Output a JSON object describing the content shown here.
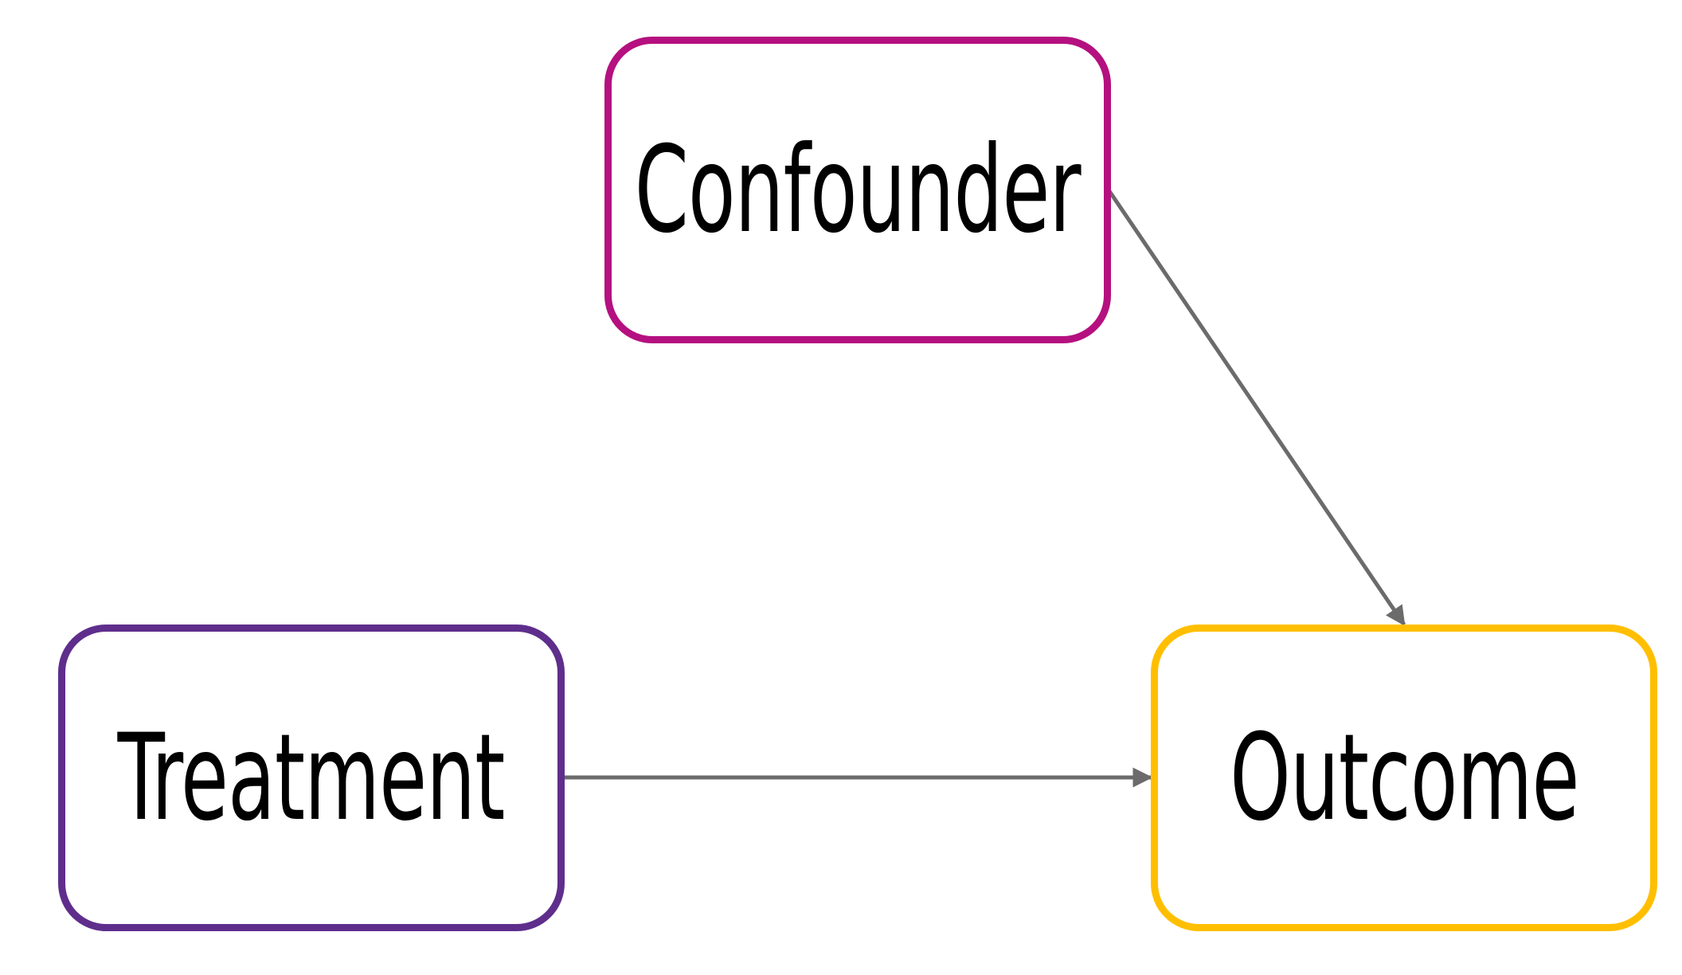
{
  "nodes": [
    {
      "id": "confounder",
      "label": "Confounder",
      "border_color": "#b5107f"
    },
    {
      "id": "treatment",
      "label": "Treatment",
      "border_color": "#5f2e8c"
    },
    {
      "id": "outcome",
      "label": "Outcome",
      "border_color": "#ffbf00"
    }
  ],
  "edges": [
    {
      "from": "confounder",
      "to": "outcome"
    },
    {
      "from": "treatment",
      "to": "outcome"
    }
  ],
  "colors": {
    "edge": "#6b6b6b",
    "background": "#ffffff"
  }
}
